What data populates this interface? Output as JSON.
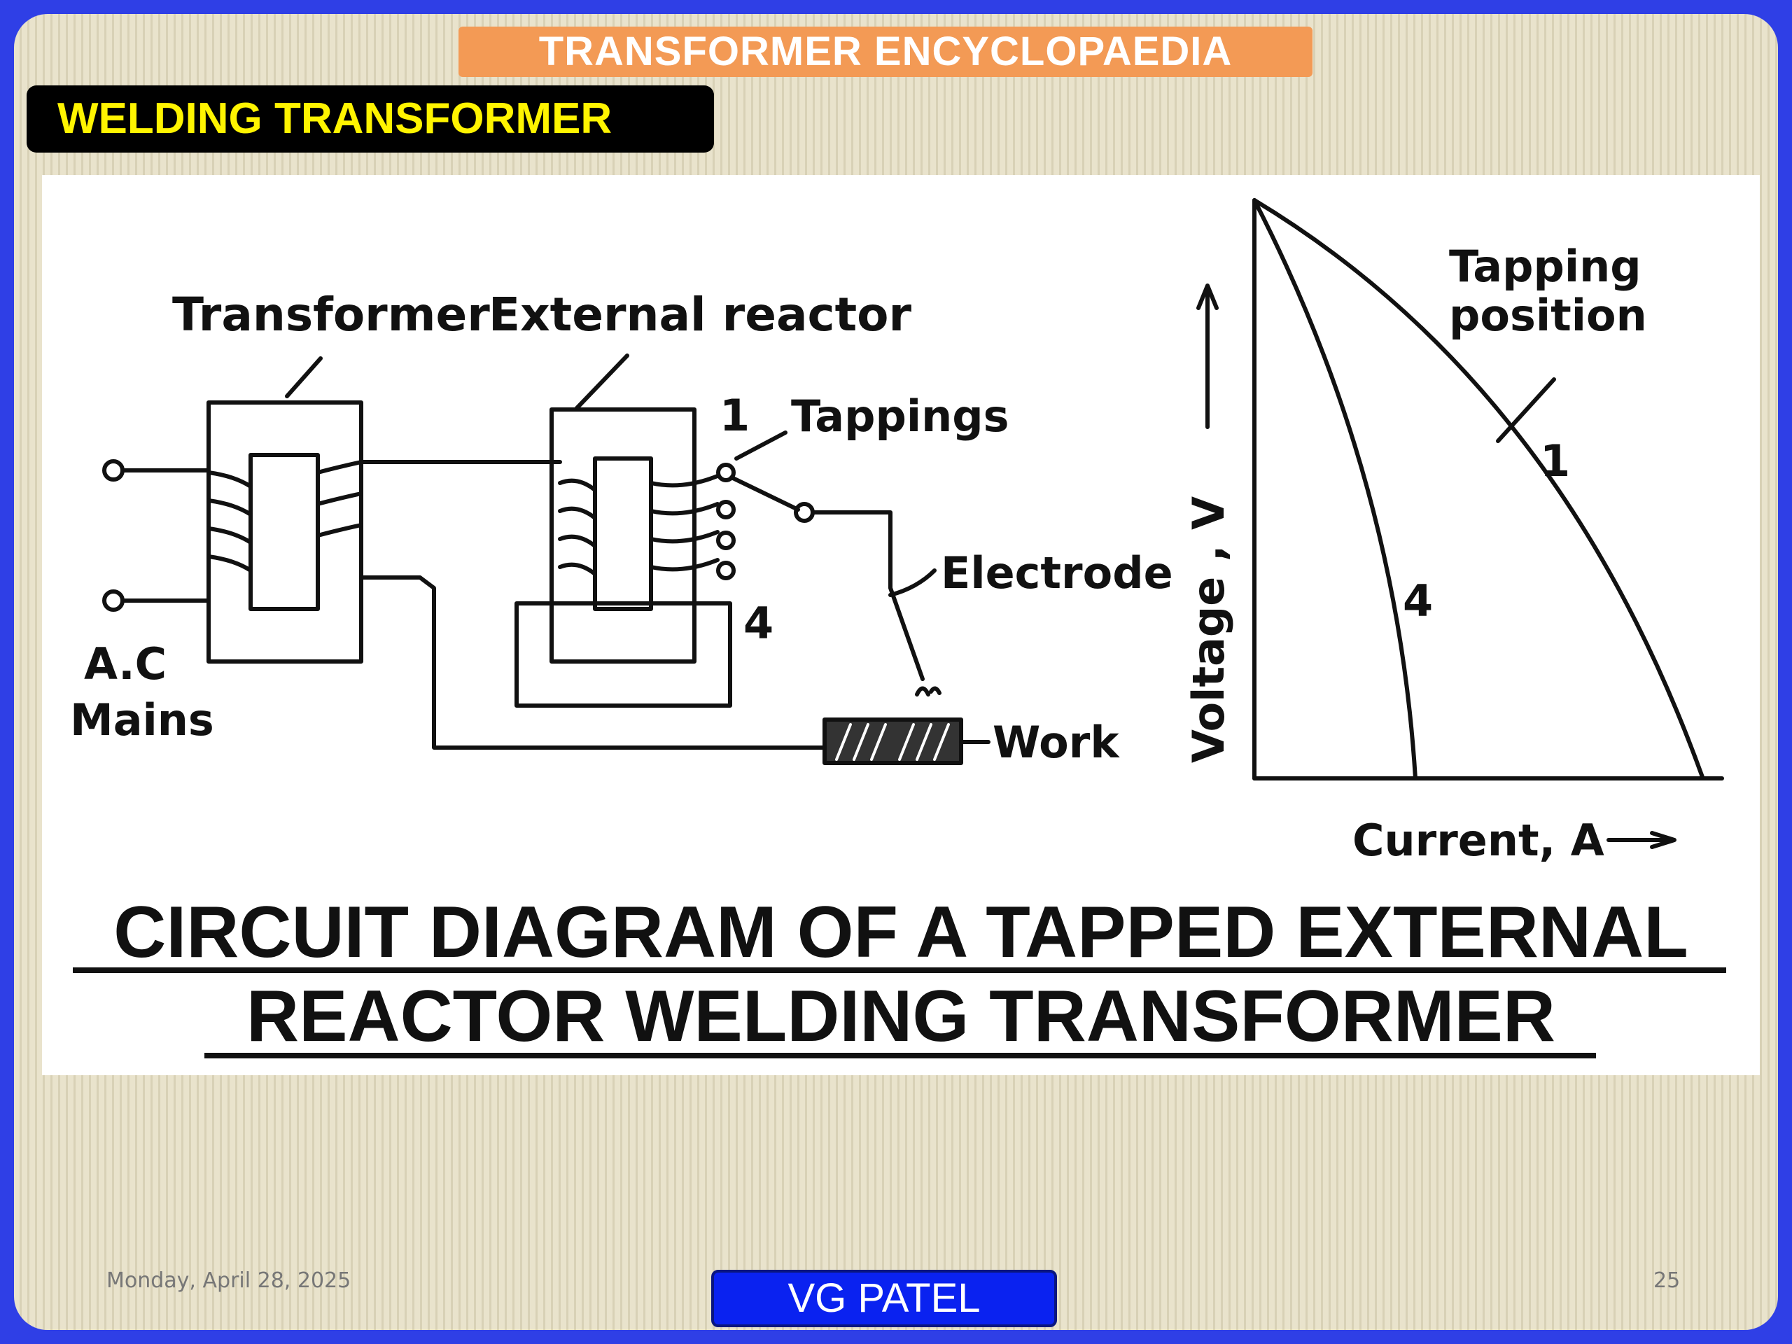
{
  "header": {
    "encyclopaedia_title": "TRANSFORMER ENCYCLOPAEDIA",
    "section_title": "WELDING TRANSFORMER"
  },
  "diagram": {
    "labels": {
      "transformer": "Transformer",
      "external_reactor": "External reactor",
      "tappings": "Tappings",
      "tap_first": "1",
      "tap_last": "4",
      "ac": "A.C",
      "mains": "Mains",
      "electrode": "Electrode",
      "work": "Work"
    },
    "graph": {
      "tapping_position_line1": "Tapping",
      "tapping_position_line2": "position",
      "curve1_label": "1",
      "curve4_label": "4",
      "y_axis_label": "Voltage , V",
      "x_axis_label": "Current, A"
    },
    "caption_line1": "CIRCUIT DIAGRAM OF A TAPPED EXTERNAL",
    "caption_line2": "REACTOR WELDING TRANSFORMER"
  },
  "footer": {
    "date": "Monday, April 28, 2025",
    "author": "VG PATEL",
    "page_number": "25"
  },
  "colors": {
    "frame": "#2f3fe6",
    "ency_badge": "#f39a55",
    "section_badge_bg": "#000000",
    "section_badge_text": "#fff400",
    "author_badge": "#0a22f0"
  }
}
